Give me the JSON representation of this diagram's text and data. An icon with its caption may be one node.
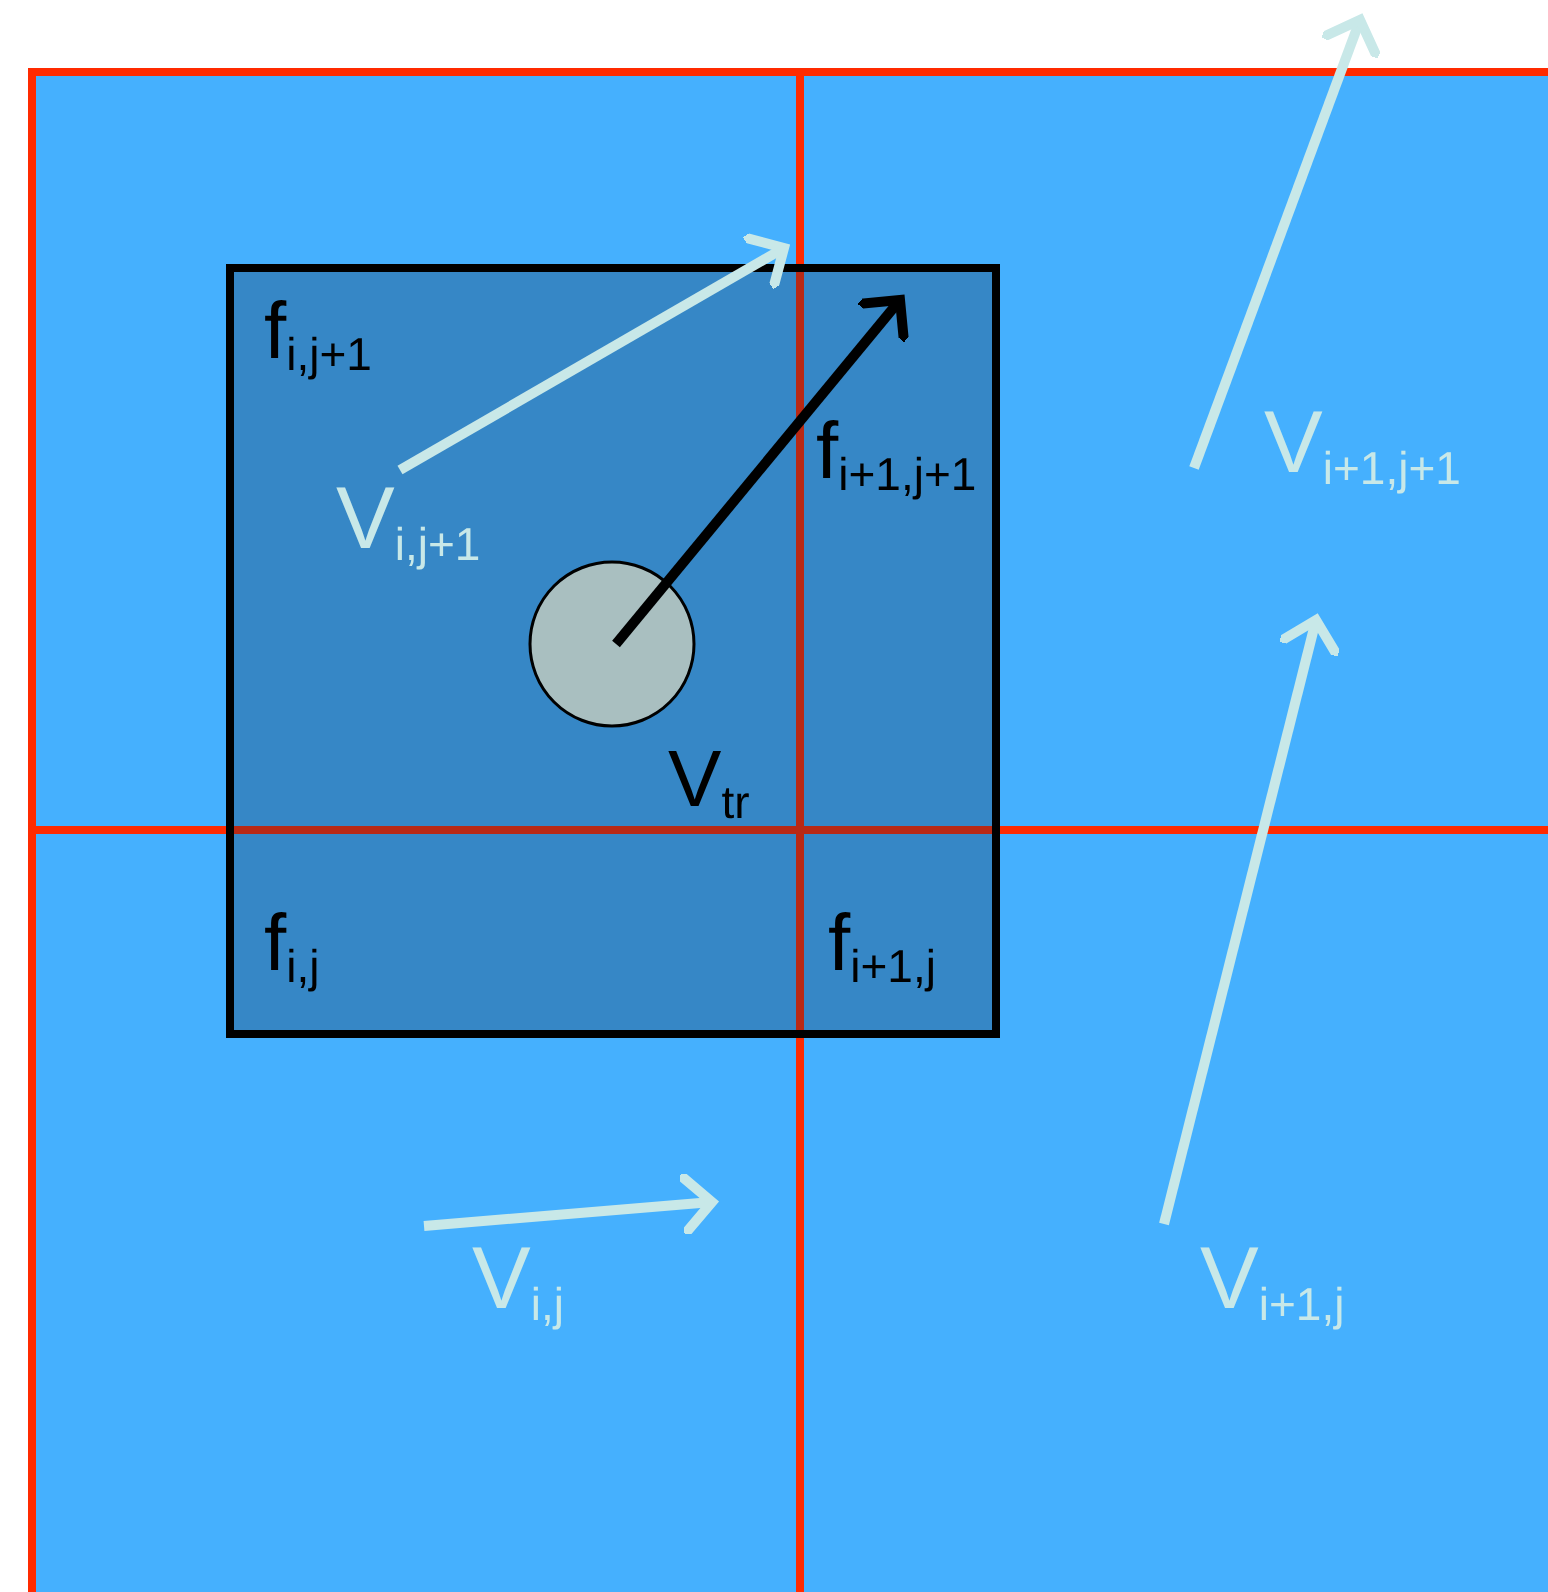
{
  "diagram": {
    "labels": [
      "f$_{i,j+1}$",
      "f$_{i+1,j+1}$",
      "V$_{i+1,j+1}$",
      "V$_{i,j+1}$",
      "V$_{tr}$",
      "f$_{i,j}$",
      "f$_{i+1,j}$",
      "V$_{i,j}$",
      "V$_{i+1,j}$"
    ]
  }
}
